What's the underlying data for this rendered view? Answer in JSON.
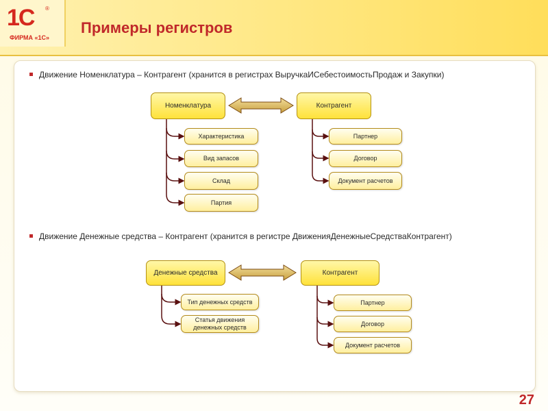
{
  "logo": {
    "mark": "1С",
    "registered": "®",
    "company": "ФИРМА «1С»"
  },
  "title": "Примеры регистров",
  "page_number": "27",
  "section1": {
    "bullet": "Движение Номенклатура – Контрагент (хранится в регистрах ВыручкаИСебестоимостьПродаж  и Закупки)",
    "left_main": "Номенклатура",
    "right_main": "Контрагент",
    "left_subs": [
      "Характеристика",
      "Вид запасов",
      "Склад",
      "Партия"
    ],
    "right_subs": [
      "Партнер",
      "Договор",
      "Документ расчетов"
    ]
  },
  "section2": {
    "bullet": "Движение Денежные средства – Контрагент (хранится в регистре ДвиженияДенежныеСредстваКонтрагент)",
    "left_main": "Денежные средства",
    "right_main": "Контрагент",
    "left_subs": [
      "Тип денежных средств",
      "Статья движения денежных средств"
    ],
    "right_subs": [
      "Партнер",
      "Договор",
      "Документ расчетов"
    ]
  },
  "colors": {
    "title": "#c0282a",
    "box_fill": "#ffe23a",
    "connector": "#5a1010"
  }
}
